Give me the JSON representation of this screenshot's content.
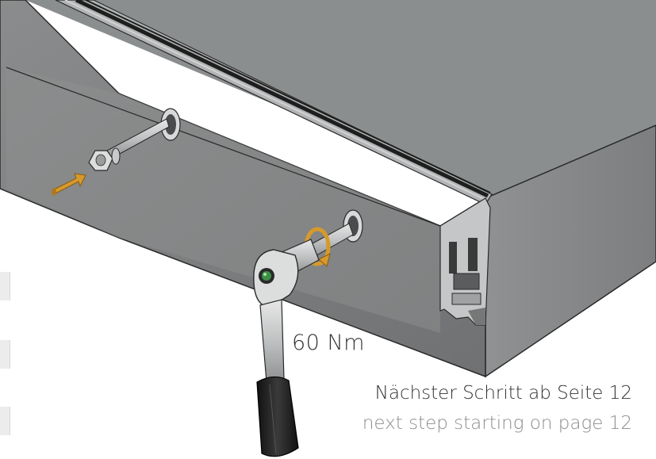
{
  "labels": {
    "torque": "60 Nm",
    "next_step_de": "Nächster Schritt ab Seite 12",
    "next_step_en": "next step starting on page 12"
  },
  "icons": [
    "arrow-icon",
    "rotation-arrow-icon",
    "ratchet-wrench-icon",
    "bolt-icon",
    "nut-icon"
  ],
  "colors": {
    "slab_top": "#8a8d8e",
    "slab_front": "#7f8182",
    "slab_side": "#9a9c9d",
    "profile": "#a7a9aa",
    "arrow_gold": "#d69a2c",
    "handle_dark": "#1f1f1f",
    "text_dark": "#333333",
    "text_light": "#8d8d8d"
  }
}
